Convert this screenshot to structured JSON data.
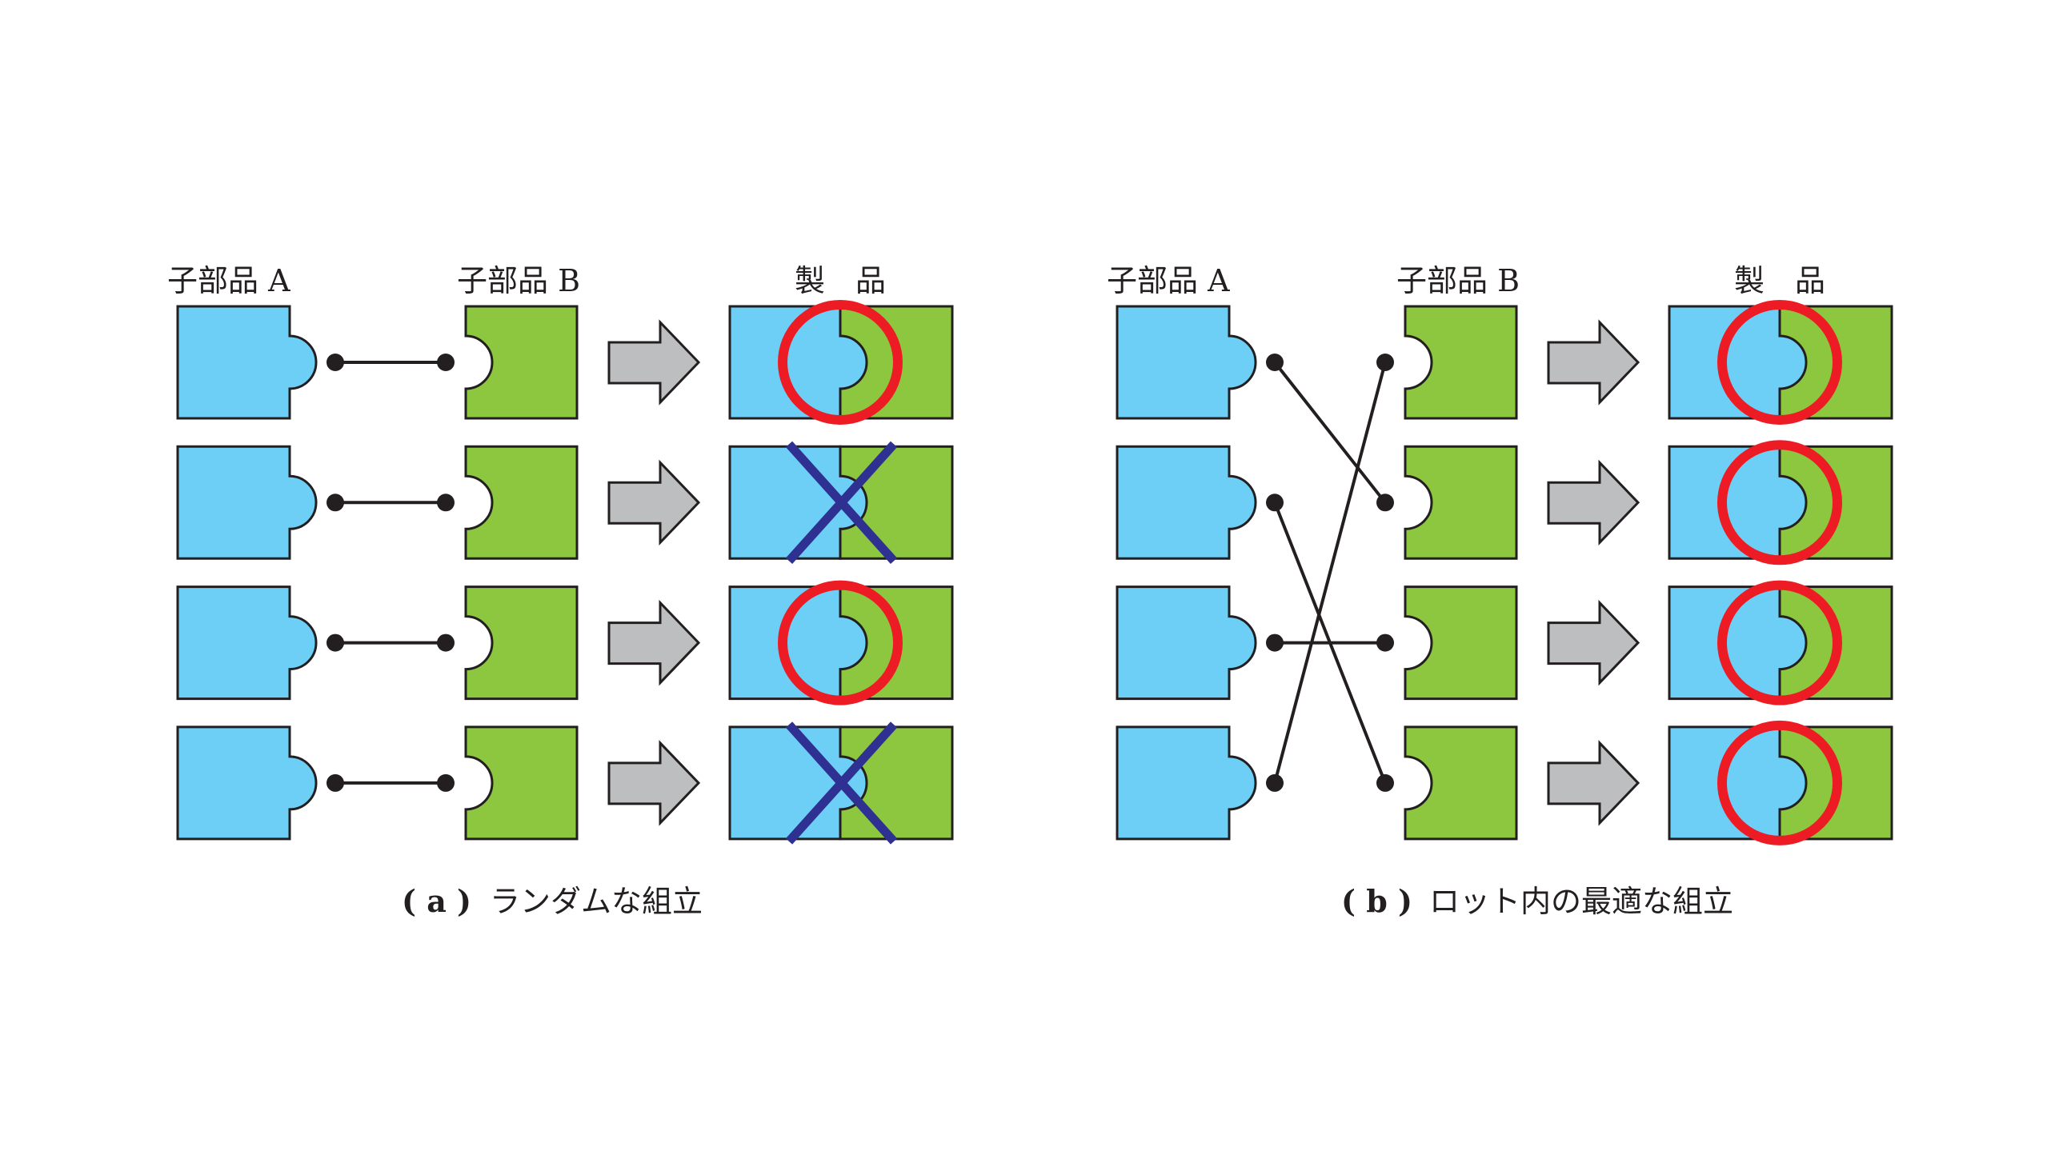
{
  "colors": {
    "part_a": "#6dcff6",
    "part_b": "#8dc63f",
    "outline": "#231f20",
    "arrow": "#bcbec0",
    "ok_mark": "#ed1c24",
    "ng_mark": "#2e3192",
    "background": "#ffffff"
  },
  "panels": [
    {
      "id": "a",
      "headers": {
        "part_a": "子部品 A",
        "part_b": "子部品 B",
        "product": "製　品"
      },
      "caption_label": "( a )",
      "caption_text": "ランダムな組立",
      "connections": [
        [
          1,
          1
        ],
        [
          2,
          2
        ],
        [
          3,
          3
        ],
        [
          4,
          4
        ]
      ],
      "results": [
        "ok",
        "ng",
        "ok",
        "ng"
      ]
    },
    {
      "id": "b",
      "headers": {
        "part_a": "子部品 A",
        "part_b": "子部品 B",
        "product": "製　品"
      },
      "caption_label": "( b )",
      "caption_text": "ロット内の最適な組立",
      "connections": [
        [
          1,
          2
        ],
        [
          2,
          4
        ],
        [
          3,
          3
        ],
        [
          4,
          1
        ]
      ],
      "results": [
        "ok",
        "ok",
        "ok",
        "ok"
      ]
    }
  ],
  "legend": {
    "ok_symbol": "○",
    "ng_symbol": "×"
  }
}
